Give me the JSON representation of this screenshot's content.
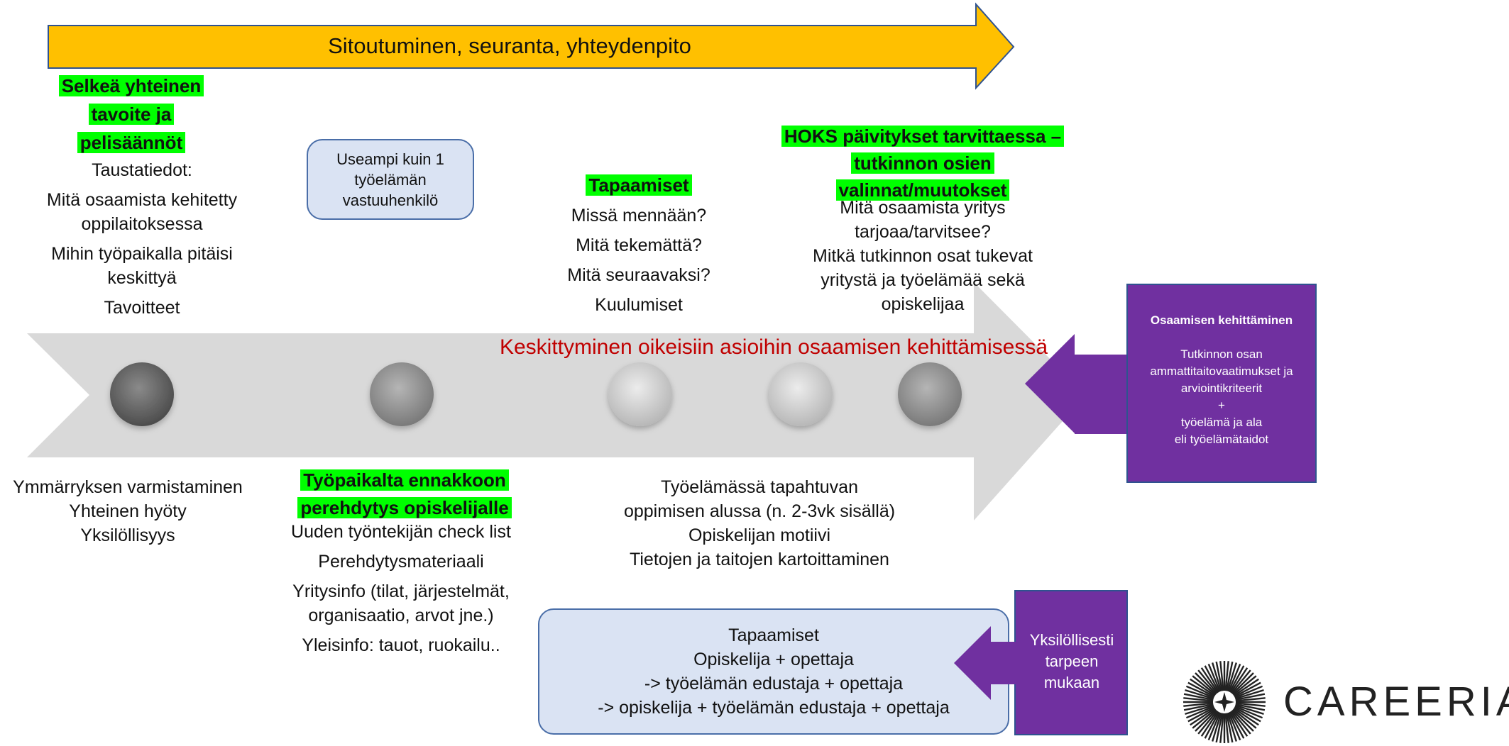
{
  "top_arrow": {
    "label": "Sitoutuminen, seuranta, yhteydenpito",
    "color": "#ffc000"
  },
  "main_arrow": {
    "label": "Keskittyminen oikeisiin asioihin osaamisen kehittämisessä",
    "color": "#d9d9d9",
    "label_color": "#c00000"
  },
  "col1": {
    "heading_lines": [
      "Selkeä yhteinen",
      "tavoite ja",
      "pelisäännöt"
    ],
    "items": [
      "Taustatiedot:",
      "Mitä osaamista kehitetty oppilaitoksessa",
      "Mihin työpaikalla pitäisi keskittyä",
      "Tavoitteet"
    ],
    "bottom_items": [
      "Ymmärryksen varmistaminen",
      "Yhteinen hyöty",
      "Yksilöllisyys"
    ]
  },
  "responsible_box": {
    "text_lines": [
      "Useampi kuin 1",
      "työelämän",
      "vastuuhenkilö"
    ]
  },
  "col2": {
    "heading_lines": [
      "Työpaikalta ennakkoon",
      "perehdytys opiskelijalle"
    ],
    "items": [
      "Uuden työntekijän check list",
      "Perehdytysmateriaali",
      "Yritysinfo (tilat, järjestelmät, organisaatio, arvot jne.)",
      "Yleisinfo: tauot, ruokailu.."
    ]
  },
  "col3": {
    "heading": "Tapaamiset",
    "items": [
      "Missä mennään?",
      "Mitä tekemättä?",
      "Mitä seuraavaksi?",
      "Kuulumiset"
    ],
    "bottom_items": [
      "Työelämässä tapahtuvan",
      "oppimisen alussa (n. 2-3vk sisällä)",
      "Opiskelijan motiivi",
      "Tietojen ja taitojen kartoittaminen"
    ]
  },
  "col4": {
    "heading_lines": [
      "HOKS päivitykset tarvittaessa –",
      "tutkinnon osien",
      "valinnat/muutokset"
    ],
    "items": [
      "Mitä osaamista yritys tarjoaa/tarvitsee?",
      "Mitkä tutkinnon osat tukevat yritystä ja työelämää sekä opiskelijaa"
    ]
  },
  "osaaminen_box": {
    "title": "Osaamisen kehittäminen",
    "lines": [
      "Tutkinnon osan",
      "ammattitaitovaatimukset ja",
      "arviointikriteerit",
      "+",
      "työelämä ja ala",
      "eli työelämätaidot"
    ],
    "color": "#7030a0"
  },
  "meetings_box": {
    "lines": [
      "Tapaamiset",
      "Opiskelija + opettaja",
      "-> työelämän edustaja +  opettaja",
      "-> opiskelija + työelämän edustaja + opettaja"
    ]
  },
  "individual_box": {
    "lines": [
      "Yksilöllisesti",
      "tarpeen",
      "mukaan"
    ],
    "color": "#7030a0"
  },
  "logo": {
    "name": "CAREERIA"
  }
}
